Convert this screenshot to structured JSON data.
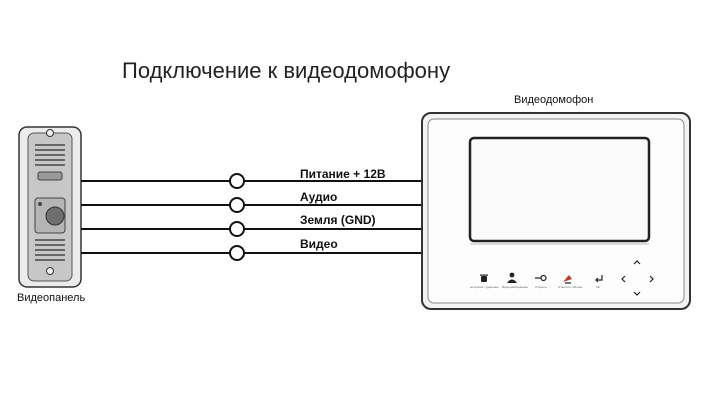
{
  "title": "Подключение к видеодомофону",
  "panel_caption": "Видеопанель",
  "monitor_caption": "Видеодомофон",
  "wires": [
    {
      "label": "Питание + 12В"
    },
    {
      "label": "Аудио"
    },
    {
      "label": "Земля (GND)"
    },
    {
      "label": "Видео"
    }
  ],
  "monitor_buttons": [
    {
      "icon": "trash-icon",
      "label": "интерком / удаление"
    },
    {
      "icon": "user-icon",
      "label": "Видеонаблюдение"
    },
    {
      "icon": "key-icon",
      "label": "Открыть"
    },
    {
      "icon": "handset-icon",
      "label": "Ответить / Вызов"
    },
    {
      "icon": "return-icon",
      "label": "Ok"
    }
  ],
  "nav_icons": [
    "up-arrow-icon",
    "left-arrow-icon",
    "right-arrow-icon",
    "down-arrow-icon"
  ],
  "colors": {
    "wire": "#111111",
    "panel_body": "#c9c9c9",
    "panel_frame": "#e6e6e6",
    "monitor_frame": "#f4f4f4",
    "screen": "#fbfbfb"
  }
}
